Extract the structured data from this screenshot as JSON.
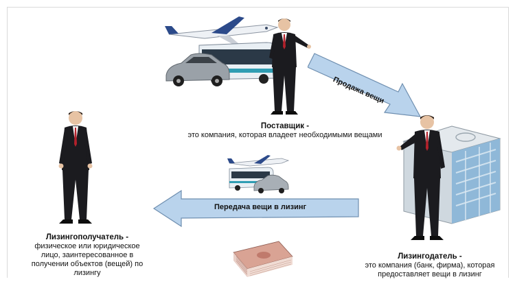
{
  "supplier": {
    "title": "Поставщик -",
    "description": "это компания, которая владеет необходимыми вещами"
  },
  "lessee": {
    "title": "Лизингополучатель -",
    "description_lines": [
      "физическое или юридическое",
      "лицо, заинтересованное в",
      "получении объектов (вещей) по",
      "лизингу"
    ]
  },
  "lessor": {
    "title": "Лизингодатель -",
    "description_lines": [
      "это компания (банк, фирма), которая",
      "предоставляет вещи в лизинг"
    ]
  },
  "arrows": {
    "sale": "Продажа вещи",
    "transfer": "Передача вещи в лизинг"
  },
  "colors": {
    "arrow_fill": "#b9d3ec",
    "arrow_stroke": "#6f8fb0",
    "suit": "#1b1b1f",
    "tie": "#b3212b",
    "skin": "#e7c3a4",
    "building": "#8fb8d8",
    "banknote": "#c9887a"
  }
}
